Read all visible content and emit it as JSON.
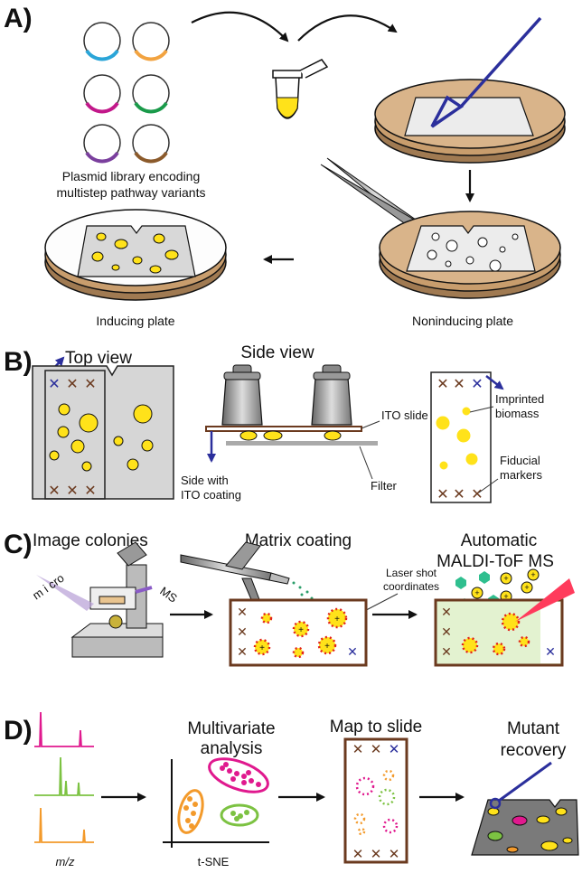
{
  "panels": {
    "a": "A)",
    "b": "B)",
    "c": "C)",
    "d": "D)"
  },
  "panel_a": {
    "plasmid_line1": "Plasmid library encoding",
    "plasmid_line2": "multistep pathway variants",
    "inducing_plate": "Inducing plate",
    "noninducing_plate": "Noninducing plate"
  },
  "panel_b": {
    "top_view": "Top view",
    "side_view": "Side view",
    "ito_slide": "ITO slide",
    "side_with_line1": "Side with",
    "side_with_line2": "ITO coating",
    "filter": "Filter",
    "imprinted_line1": "Imprinted",
    "imprinted_line2": "biomass",
    "fiducial_line1": "Fiducial",
    "fiducial_line2": "markers"
  },
  "panel_c": {
    "image_colonies": "Image colonies",
    "micro": "m i cro",
    "ms": "MS",
    "matrix_coating": "Matrix coating",
    "laser_line1": "Laser shot",
    "laser_line2": "coordinates",
    "automatic_line1": "Automatic",
    "automatic_line2": "MALDI-ToF MS"
  },
  "panel_d": {
    "mz": "m/z",
    "multivariate_line1": "Multivariate",
    "multivariate_line2": "analysis",
    "tsne": "t-SNE",
    "map_to_slide": "Map to slide",
    "mutant_line1": "Mutant",
    "mutant_line2": "recovery"
  },
  "colors": {
    "plasmid_blue": "#2aa5d8",
    "plasmid_orange": "#f2a340",
    "plasmid_magenta": "#c2188a",
    "plasmid_green": "#1a9a4a",
    "plasmid_purple": "#7a3f9d",
    "plasmid_brown": "#8b5a2b",
    "colony_yellow": "#ffe21a",
    "agar_tan": "#d9b48a",
    "arrow_blue": "#2b2f9c",
    "marker_brown": "#6b3a1f",
    "spectrum_magenta": "#e0198e",
    "spectrum_green": "#7cc242",
    "spectrum_orange": "#f39a2b"
  }
}
